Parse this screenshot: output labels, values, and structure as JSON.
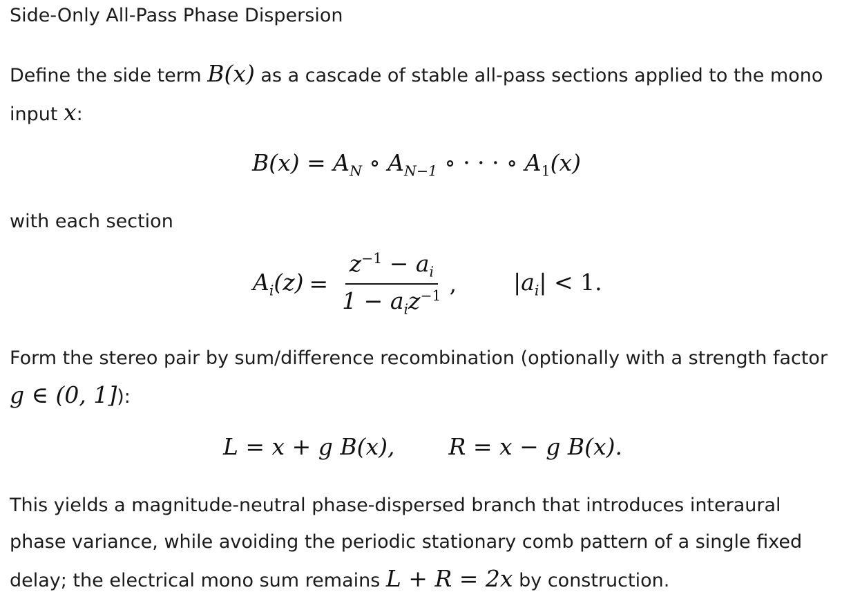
{
  "heading": "Side-Only All-Pass Phase Dispersion",
  "para1": {
    "before": "Define the side term ",
    "math1": "B(x)",
    "middle": " as a cascade of stable all-pass sections applied to the mono input ",
    "math2": "x",
    "after": ":"
  },
  "eq1": {
    "lhs": "B(x)",
    "eq": " = ",
    "rhs_a": "A",
    "rhs_a_sub": "N",
    "op1": " ∘ ",
    "rhs_b": "A",
    "rhs_b_sub": "N−1",
    "op2": " ∘ · · · ∘ ",
    "rhs_c": "A",
    "rhs_c_sub": "1",
    "rhs_c_arg": "(x)"
  },
  "para2": "with each section",
  "eq2": {
    "lhs": "A",
    "lhs_sub": "i",
    "lhs_arg": "(z)",
    "eq": "=",
    "num_z": "z",
    "num_sup": "−1",
    "num_rest": " − a",
    "num_sub": "i",
    "den_one": "1 − a",
    "den_sub": "i",
    "den_z": "z",
    "den_sup": "−1",
    "comma": ",",
    "cond_a": "|a",
    "cond_sub": "i",
    "cond_b": "| < 1."
  },
  "para3": {
    "text": "Form the stereo pair by sum/difference recombination (optionally with a strength factor ",
    "math": "g ∈ (0, 1]",
    "after": "):"
  },
  "eq3": {
    "left": "L = x + g B(x),",
    "right": "R = x − g B(x)."
  },
  "para4": {
    "text": "This yields a magnitude-neutral phase-dispersed branch that introduces interaural phase variance, while avoiding the periodic stationary comb pattern of a single fixed delay; the electrical mono sum remains ",
    "math": "L + R = 2x",
    "after": " by construction."
  }
}
